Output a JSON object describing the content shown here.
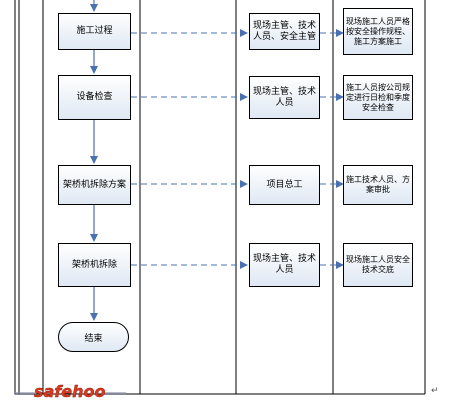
{
  "flow": {
    "steps": [
      {
        "label": "施工过程",
        "responsible": "现场主管、技术人员、安全主管",
        "action": "现场施工人员严格按安全操作规程、施工方案施工"
      },
      {
        "label": "设备检查",
        "responsible": "现场主管、技术人员",
        "action": "施工人员按公司规定进行日检和季度安全检查"
      },
      {
        "label": "架桥机拆除方案",
        "responsible": "项目总工",
        "action": "施工技术人员、方案审批"
      },
      {
        "label": "架桥机拆除",
        "responsible": "现场主管、技术人员",
        "action": "现场施工人员安全技术交底"
      }
    ],
    "end_label": "结束"
  },
  "watermark": {
    "brand": "safehoo"
  },
  "paragraph_mark": "↵"
}
